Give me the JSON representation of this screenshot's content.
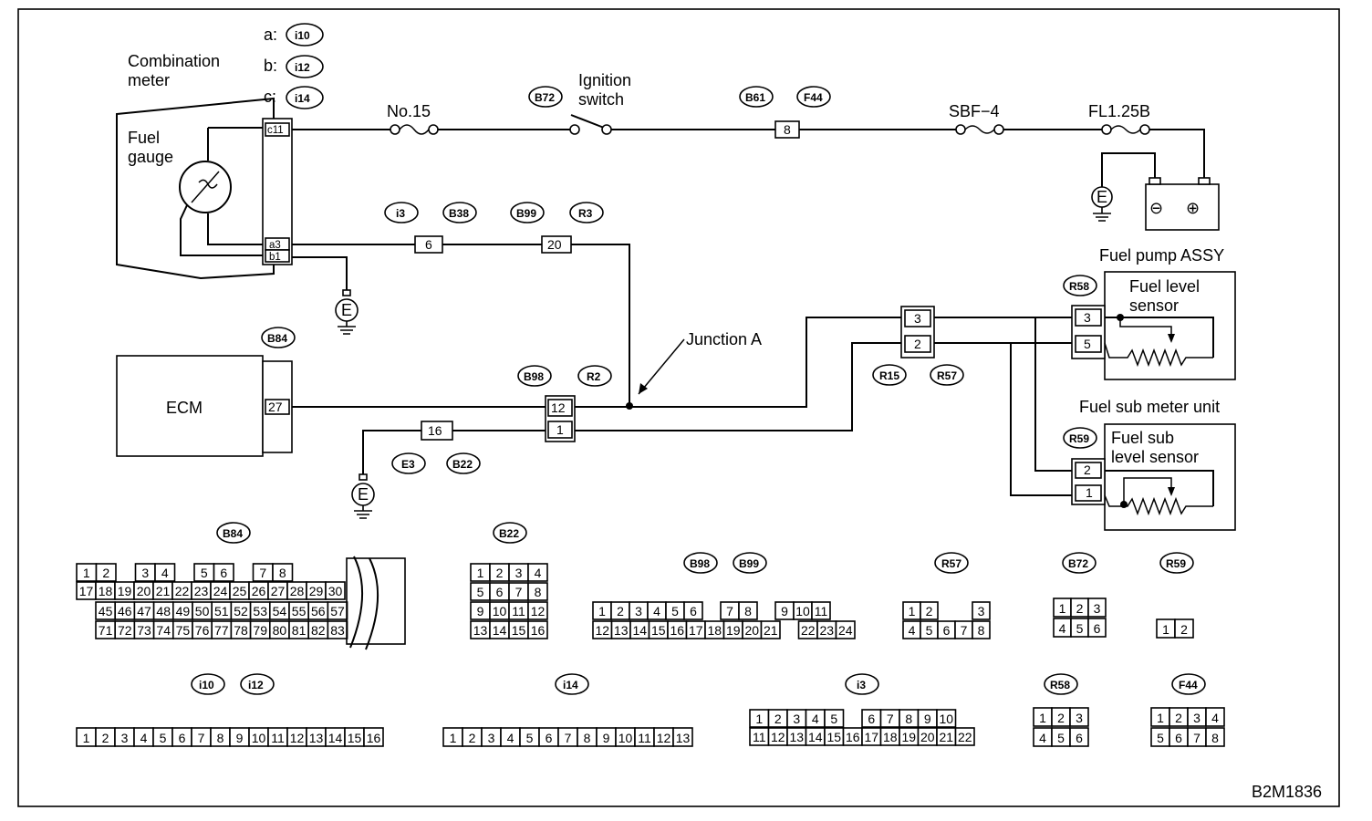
{
  "title_id": "B2M1836",
  "labels": {
    "combination_meter_1": "Combination",
    "combination_meter_2": "meter",
    "fuel_gauge_1": "Fuel",
    "fuel_gauge_2": "gauge",
    "a_prefix": "a:",
    "b_prefix": "b:",
    "c_prefix": "c:",
    "no15": "No.15",
    "ignition_1": "Ignition",
    "ignition_2": "switch",
    "sbf4": "SBF−4",
    "fl": "FL1.25B",
    "fuel_pump_assy": "Fuel pump ASSY",
    "fuel_level_1": "Fuel level",
    "fuel_level_2": "sensor",
    "junction_a": "Junction A",
    "ecm": "ECM",
    "fuel_sub_meter": "Fuel sub meter unit",
    "fuel_sub_1": "Fuel sub",
    "fuel_sub_2": "level sensor",
    "ground": "E",
    "minus": "⊖",
    "plus": "⊕"
  },
  "tags": {
    "i10": "i10",
    "i12": "i12",
    "i14": "i14",
    "B72": "B72",
    "B61": "B61",
    "F44": "F44",
    "i3": "i3",
    "B38": "B38",
    "B99": "B99",
    "R3": "R3",
    "R58": "R58",
    "B84": "B84",
    "B98": "B98",
    "R2": "R2",
    "R15": "R15",
    "R57": "R57",
    "R59": "R59",
    "E3": "E3",
    "B22": "B22"
  },
  "pins": {
    "c11": "c11",
    "a3": "a3",
    "b1": "b1",
    "p8": "8",
    "p6": "6",
    "p20": "20",
    "p27": "27",
    "p12": "12",
    "p1": "1",
    "p16": "16",
    "p3": "3",
    "p2": "2",
    "p5": "5",
    "p2b": "2",
    "p1b": "1"
  },
  "connectors": {
    "B84": {
      "row1": [
        "1",
        "2",
        "",
        "3",
        "4",
        "",
        "5",
        "6",
        "",
        "7",
        "8"
      ],
      "row2": [
        "17",
        "18",
        "19",
        "20",
        "21",
        "22",
        "23",
        "24",
        "25",
        "26",
        "27",
        "28",
        "29",
        "30"
      ],
      "row3": [
        "45",
        "46",
        "47",
        "48",
        "49",
        "50",
        "51",
        "52",
        "53",
        "54",
        "55",
        "56",
        "57"
      ],
      "row4": [
        "71",
        "72",
        "73",
        "74",
        "75",
        "76",
        "77",
        "78",
        "79",
        "80",
        "81",
        "82",
        "83"
      ]
    },
    "B22": {
      "rows": [
        [
          "1",
          "2",
          "3",
          "4"
        ],
        [
          "5",
          "6",
          "7",
          "8"
        ],
        [
          "9",
          "10",
          "11",
          "12"
        ],
        [
          "13",
          "14",
          "15",
          "16"
        ]
      ]
    },
    "B98": {
      "row1": [
        "1",
        "2",
        "3",
        "4",
        "5",
        "6",
        "",
        "7",
        "8",
        "",
        "9",
        "10",
        "11"
      ],
      "row2": [
        "12",
        "13",
        "14",
        "15",
        "16",
        "17",
        "18",
        "19",
        "20",
        "21",
        "",
        "22",
        "23",
        "24"
      ]
    },
    "R57": {
      "row1": [
        "1",
        "2",
        "",
        "",
        "3"
      ],
      "row2": [
        "4",
        "5",
        "6",
        "7",
        "8"
      ]
    },
    "B72": {
      "rows": [
        [
          "1",
          "2",
          "3"
        ],
        [
          "4",
          "5",
          "6"
        ]
      ]
    },
    "R59": {
      "rows": [
        [
          "1",
          "2"
        ]
      ]
    },
    "i10": {
      "row": [
        "1",
        "2",
        "3",
        "4",
        "5",
        "6",
        "7",
        "8",
        "9",
        "10",
        "11",
        "12",
        "13",
        "14",
        "15",
        "16"
      ]
    },
    "i14": {
      "row": [
        "1",
        "2",
        "3",
        "4",
        "5",
        "6",
        "7",
        "8",
        "9",
        "10",
        "11",
        "12",
        "13"
      ]
    },
    "i3": {
      "row1": [
        "1",
        "2",
        "3",
        "4",
        "5",
        "",
        "6",
        "7",
        "8",
        "9",
        "10"
      ],
      "row2": [
        "11",
        "12",
        "13",
        "14",
        "15",
        "16",
        "17",
        "18",
        "19",
        "20",
        "21",
        "22"
      ]
    },
    "R58": {
      "rows": [
        [
          "1",
          "2",
          "3"
        ],
        [
          "4",
          "5",
          "6"
        ]
      ]
    },
    "F44": {
      "rows": [
        [
          "1",
          "2",
          "3",
          "4"
        ],
        [
          "5",
          "6",
          "7",
          "8"
        ]
      ]
    }
  }
}
